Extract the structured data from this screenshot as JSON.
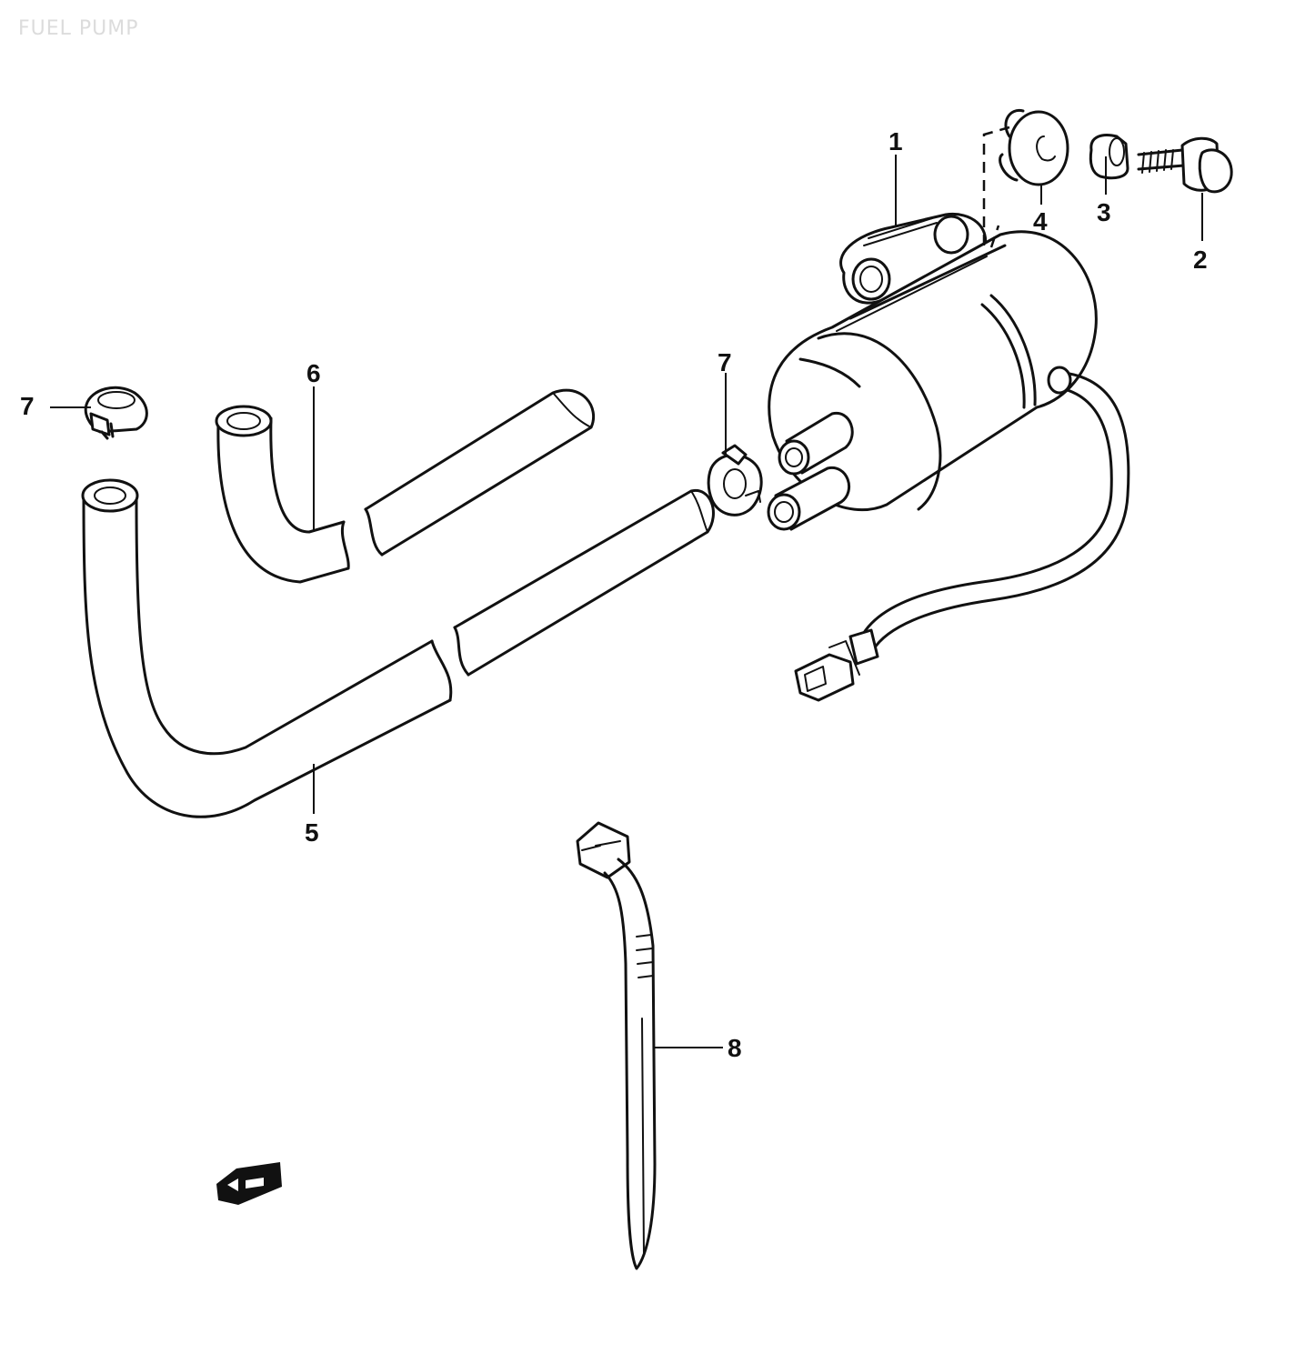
{
  "title": "FUEL PUMP",
  "callouts": {
    "c1": "1",
    "c2": "2",
    "c3": "3",
    "c4": "4",
    "c5": "5",
    "c6": "6",
    "c7a": "7",
    "c7b": "7",
    "c8": "8"
  },
  "colors": {
    "ink": "#111111",
    "paper": "#ffffff",
    "watermark": "#dcdcdc"
  },
  "icons": {
    "direction_marker": "front-arrow-icon"
  }
}
